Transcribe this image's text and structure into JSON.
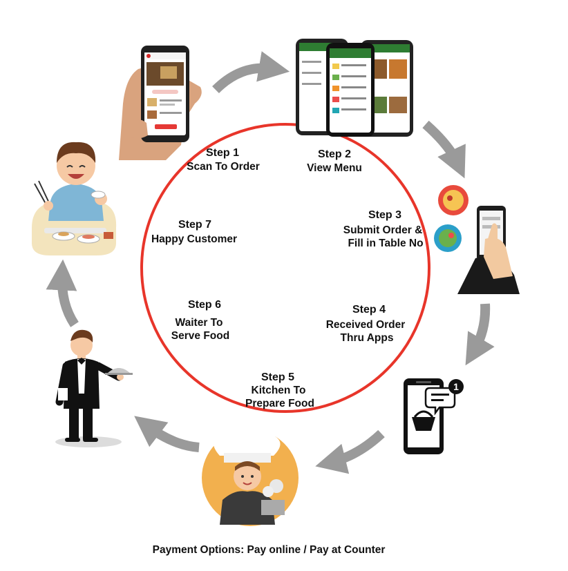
{
  "colors": {
    "ring": "#e8352a",
    "arrow": "#9a9a9a",
    "app_green": "#2e7d32",
    "chef_circle": "#f2b04e"
  },
  "steps": [
    {
      "title": "Step 1",
      "desc": [
        "Scan To Order"
      ]
    },
    {
      "title": "Step 2",
      "desc": [
        "View Menu"
      ]
    },
    {
      "title": "Step 3",
      "desc": [
        "Submit Order &",
        "Fill in Table No"
      ]
    },
    {
      "title": "Step 4",
      "desc": [
        "Received Order",
        "Thru Apps"
      ]
    },
    {
      "title": "Step 5",
      "desc": [
        "Kitchen To",
        "Prepare Food"
      ]
    },
    {
      "title": "Step 6",
      "desc": [
        "Waiter To",
        "Serve Food"
      ]
    },
    {
      "title": "Step 7",
      "desc": [
        "Happy Customer"
      ]
    }
  ],
  "notification_count": "1",
  "footer": "Payment Options: Pay online / Pay at Counter",
  "icons": [
    "phone-scan-icon",
    "menu-app-phones-icon",
    "hand-phone-order-icon",
    "phone-notification-icon",
    "chef-icon",
    "waiter-icon",
    "happy-customer-icon"
  ]
}
